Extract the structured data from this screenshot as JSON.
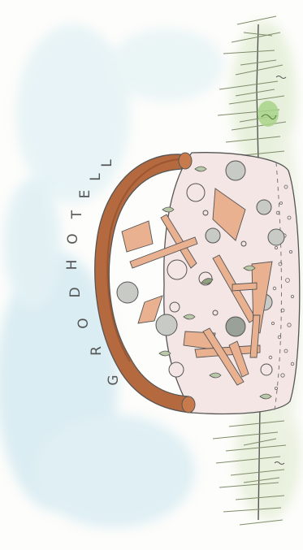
{
  "title_letters": [
    "G",
    "R",
    "O",
    "D",
    "H",
    "O",
    "T",
    "E",
    "L",
    "L"
  ],
  "colors": {
    "sky_wash": "#bfe0ec",
    "grass": "#7f8c6a",
    "grass_wash": "#cfe2bf",
    "green_blob": "#9ccc7a",
    "mound_fill": "#f4e7e5",
    "log_fill": "#b5693f",
    "log_dark": "#8a4a2a",
    "stick_fill": "#e8b08e",
    "stone_fill": "#c9ccc6",
    "ink": "#555555"
  }
}
